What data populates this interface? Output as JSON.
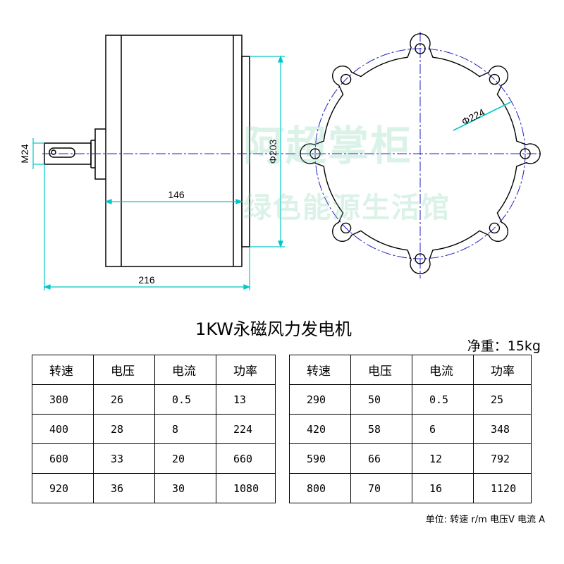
{
  "drawing": {
    "side_view": {
      "shaft_label": "M24",
      "body_width_label": "146",
      "overall_length_label": "216",
      "diameter_label": "Φ203"
    },
    "front_view": {
      "bolt_circle_label": "Φ224"
    }
  },
  "watermark": {
    "line1": "阿超掌柜",
    "line2": "绿色能源生活馆"
  },
  "title": "1KW永磁风力发电机",
  "net_weight": "净重：15kg",
  "tables": {
    "left": {
      "headers": [
        "转速",
        "电压",
        "电流",
        "功率"
      ],
      "rows": [
        [
          "300",
          "26",
          "0.5",
          "13"
        ],
        [
          "400",
          "28",
          "8",
          "224"
        ],
        [
          "600",
          "33",
          "20",
          "660"
        ],
        [
          "920",
          "36",
          "30",
          "1080"
        ]
      ]
    },
    "right": {
      "headers": [
        "转速",
        "电压",
        "电流",
        "功率"
      ],
      "rows": [
        [
          "290",
          "50",
          "0.5",
          "25"
        ],
        [
          "420",
          "58",
          "6",
          "348"
        ],
        [
          "590",
          "66",
          "12",
          "792"
        ],
        [
          "800",
          "70",
          "16",
          "1120"
        ]
      ]
    }
  },
  "units_note": "单位: 转速 r/m 电压V 电流 A",
  "colors": {
    "line": "#000000",
    "dimension": "#00c8c8",
    "centerline": "#2020c0"
  }
}
